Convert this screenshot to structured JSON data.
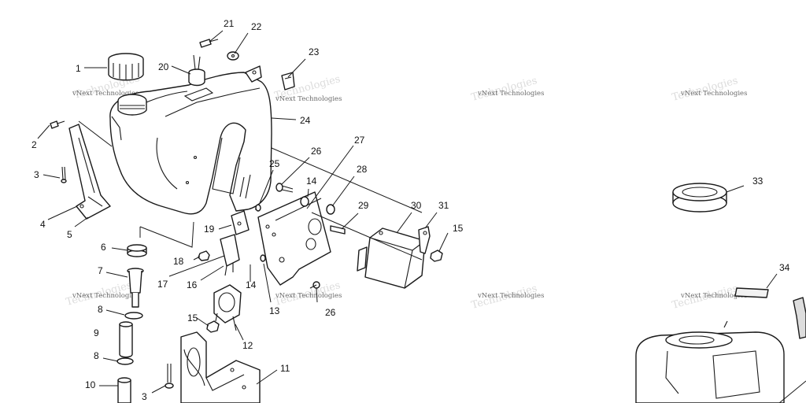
{
  "watermark": {
    "text": "vNext Technologies",
    "ghost_text": "Technologies"
  },
  "callouts": [
    {
      "id": "c1",
      "label": "1"
    },
    {
      "id": "c2",
      "label": "2"
    },
    {
      "id": "c3a",
      "label": "3"
    },
    {
      "id": "c4",
      "label": "4"
    },
    {
      "id": "c5",
      "label": "5"
    },
    {
      "id": "c6",
      "label": "6"
    },
    {
      "id": "c7",
      "label": "7"
    },
    {
      "id": "c8a",
      "label": "8"
    },
    {
      "id": "c9",
      "label": "9"
    },
    {
      "id": "c8b",
      "label": "8"
    },
    {
      "id": "c10",
      "label": "10"
    },
    {
      "id": "c3b",
      "label": "3"
    },
    {
      "id": "c11",
      "label": "11"
    },
    {
      "id": "c12",
      "label": "12"
    },
    {
      "id": "c13",
      "label": "13"
    },
    {
      "id": "c14a",
      "label": "14"
    },
    {
      "id": "c14b",
      "label": "14"
    },
    {
      "id": "c15a",
      "label": "15"
    },
    {
      "id": "c15b",
      "label": "15"
    },
    {
      "id": "c16",
      "label": "16"
    },
    {
      "id": "c17",
      "label": "17"
    },
    {
      "id": "c18",
      "label": "18"
    },
    {
      "id": "c19",
      "label": "19"
    },
    {
      "id": "c20",
      "label": "20"
    },
    {
      "id": "c21",
      "label": "21"
    },
    {
      "id": "c22",
      "label": "22"
    },
    {
      "id": "c23",
      "label": "23"
    },
    {
      "id": "c24",
      "label": "24"
    },
    {
      "id": "c25",
      "label": "25"
    },
    {
      "id": "c26a",
      "label": "26"
    },
    {
      "id": "c26b",
      "label": "26"
    },
    {
      "id": "c27",
      "label": "27"
    },
    {
      "id": "c28",
      "label": "28"
    },
    {
      "id": "c29",
      "label": "29"
    },
    {
      "id": "c30",
      "label": "30"
    },
    {
      "id": "c31",
      "label": "31"
    },
    {
      "id": "c33",
      "label": "33"
    },
    {
      "id": "c34",
      "label": "34"
    }
  ]
}
